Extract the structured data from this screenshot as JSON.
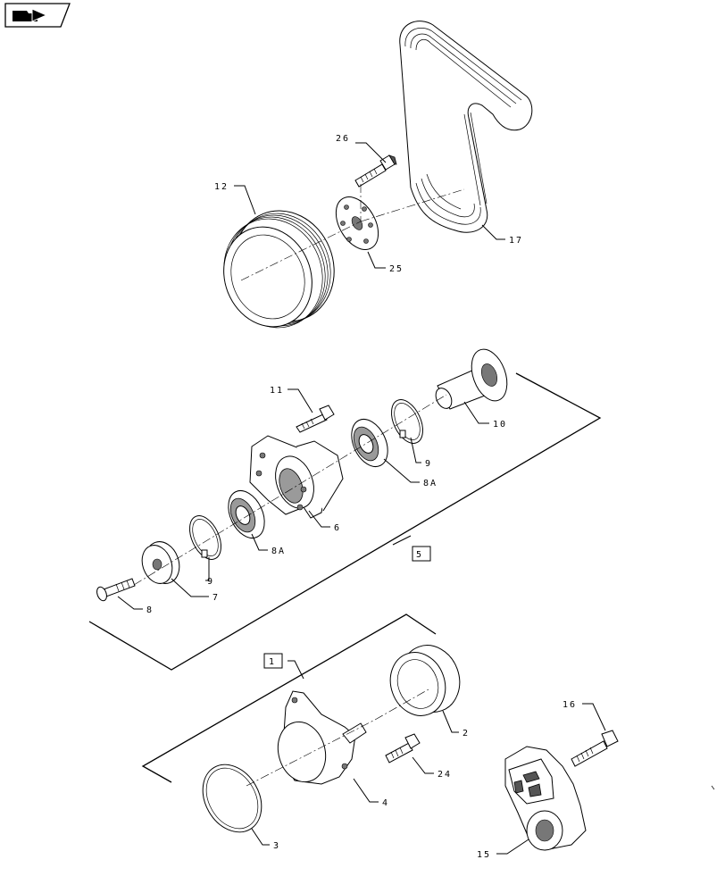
{
  "toolbar": {
    "nav_icon": "arrow-folder-icon"
  },
  "callouts": {
    "c26": "26",
    "c12": "12",
    "c17": "17",
    "c25": "25",
    "c11": "11",
    "c10": "10",
    "c9_upper": "9",
    "c8a_upper": "8A",
    "c6": "6",
    "c5": "5",
    "c8a_lower": "8A",
    "c9_lower": "9",
    "c7": "7",
    "c8": "8",
    "c1": "1",
    "c2": "2",
    "c16": "16",
    "c24": "24",
    "c4": "4",
    "c3": "3",
    "c15": "15"
  }
}
